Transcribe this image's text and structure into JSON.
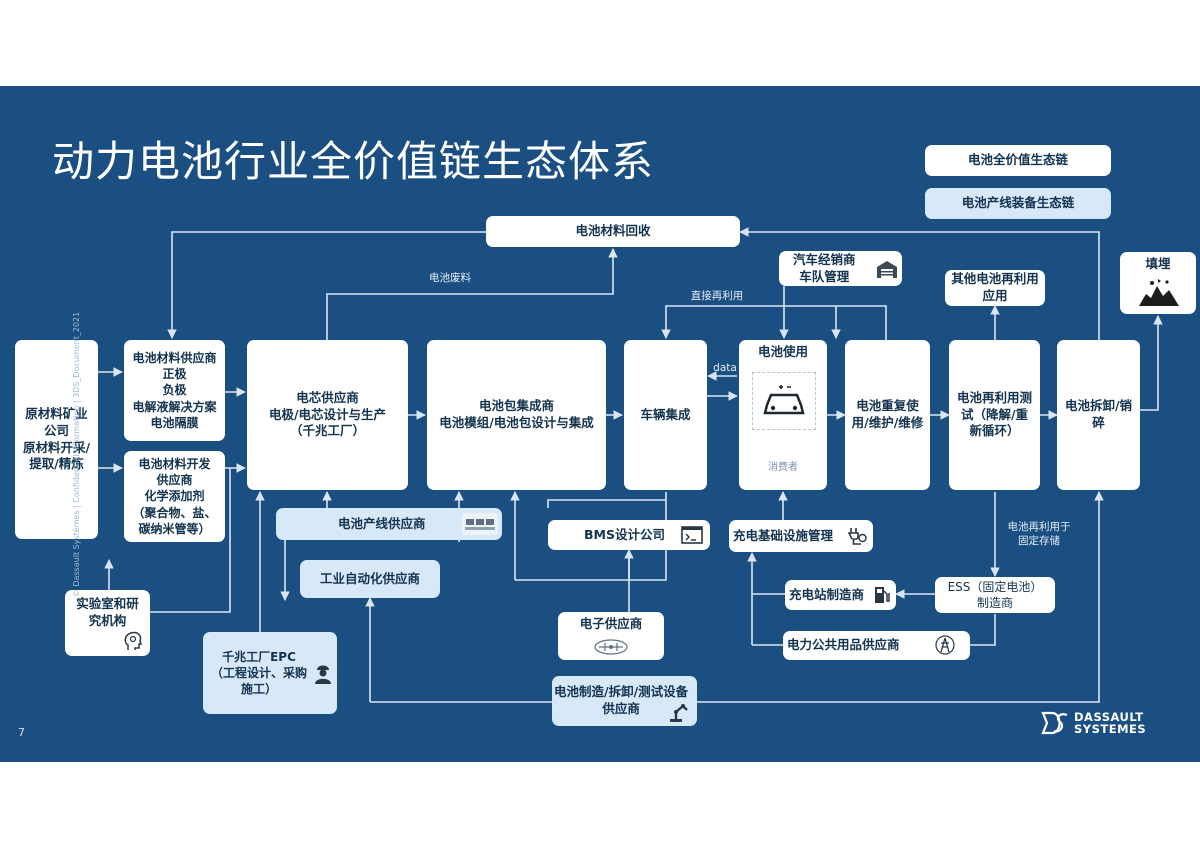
{
  "slide": {
    "title": "动力电池行业全价值链生态体系",
    "page_number": "7",
    "side_tag": "© Dassault Systèmes | Confidential Information | 3DS_Document_2021",
    "logo_line1": "DASSAULT",
    "logo_line2": "SYSTEMES"
  },
  "legend": {
    "value_chain": "电池全价值生态链",
    "equipment_chain": "电池产线装备生态链"
  },
  "nodes": {
    "recycle": "电池材料回收",
    "dealer": "汽车经销商\n车队管理",
    "other_reuse": "其他电池再利用\n应用",
    "landfill": "填埋",
    "mining": "原材料矿业\n公司\n原材料开采/\n提取/精炼",
    "material_supplier": "电池材料供应商\n正极\n负极\n电解液解决方案\n电池隔膜",
    "material_dev": "电池材料开发\n供应商\n化学添加剂\n（聚合物、盐、\n碳纳米管等）",
    "lab": "实验室和研\n究机构",
    "cell": "电芯供应商\n电极/电芯设计与生产\n（千兆工厂）",
    "pack": "电池包集成商\n电池模组/电池包设计与集成",
    "vehicle": "车辆集成",
    "usage": "电池使用",
    "consumer": "消费者",
    "reuse_maint": "电池重复使\n用/维护/维修",
    "reuse_test": "电池再利用测\n试（降解/重\n新循环）",
    "dismantle": "电池拆卸/销\n碎",
    "line_supplier": "电池产线供应商",
    "automation": "工业自动化供应商",
    "epc": "千兆工厂EPC\n（工程设计、采购\n施工）",
    "bms": "BMS设计公司",
    "charging_mgmt": "充电基础设施管理",
    "electronics": "电子供应商",
    "charger_maker": "充电站制造商",
    "ess": "ESS（固定电池）\n制造商",
    "utility": "电力公共用品供应商",
    "equipment": "电池制造/拆卸/测试设备\n供应商"
  },
  "labels": {
    "waste": "电池废料",
    "direct_reuse": "直接再利用",
    "data": "data",
    "stationary": "电池再利用于\n固定存储"
  }
}
